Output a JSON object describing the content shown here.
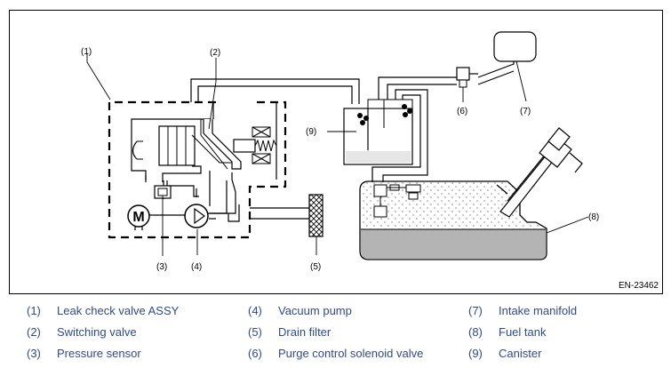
{
  "figure": {
    "id_label": "EN-23462",
    "callouts": {
      "c1": "(1)",
      "c2": "(2)",
      "c3": "(3)",
      "c4": "(4)",
      "c5": "(5)",
      "c6": "(6)",
      "c7": "(7)",
      "c8": "(8)",
      "c9": "(9)"
    },
    "pump_motor_symbol": "M"
  },
  "legend": {
    "items": [
      {
        "num": "(1)",
        "label": "Leak check valve ASSY"
      },
      {
        "num": "(2)",
        "label": "Switching valve"
      },
      {
        "num": "(3)",
        "label": "Pressure sensor"
      },
      {
        "num": "(4)",
        "label": "Vacuum pump"
      },
      {
        "num": "(5)",
        "label": "Drain filter"
      },
      {
        "num": "(6)",
        "label": "Purge control solenoid valve"
      },
      {
        "num": "(7)",
        "label": "Intake manifold"
      },
      {
        "num": "(8)",
        "label": "Fuel tank"
      },
      {
        "num": "(9)",
        "label": "Canister"
      }
    ]
  },
  "colors": {
    "legend_text": "#2f4a8c",
    "fuel_liquid": "#b4b4b4",
    "line": "#000000"
  }
}
